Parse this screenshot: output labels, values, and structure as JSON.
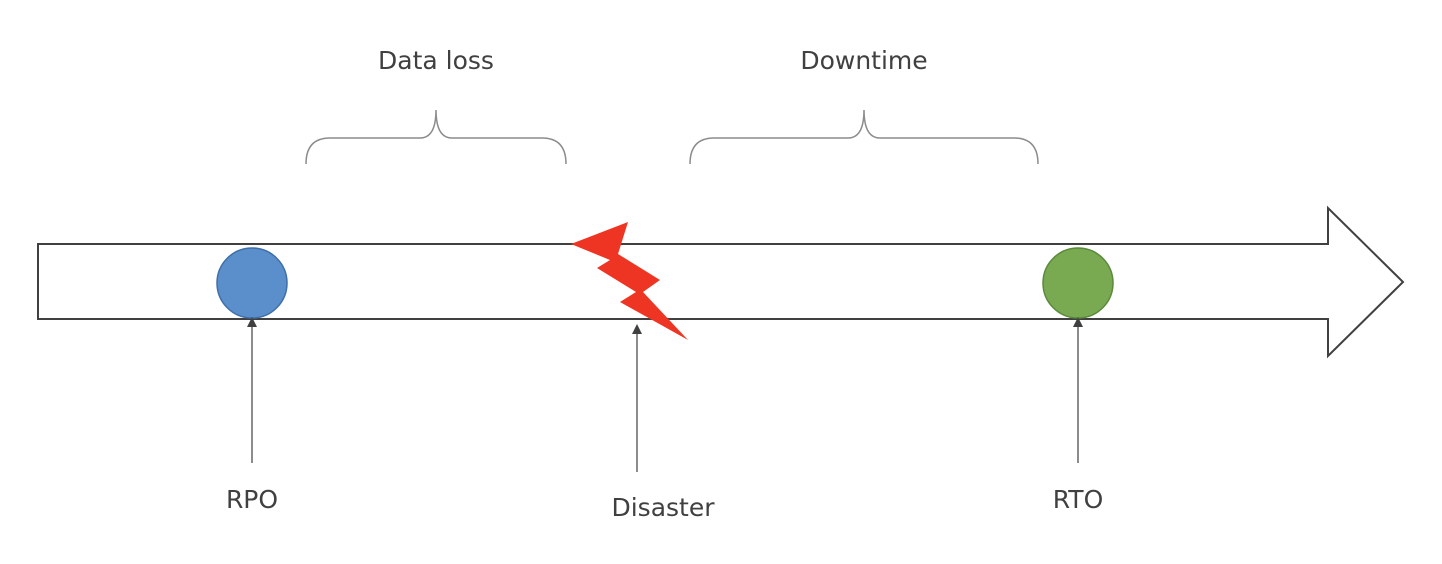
{
  "labels": {
    "data_loss": "Data loss",
    "downtime": "Downtime",
    "rpo": "RPO",
    "disaster": "Disaster",
    "rto": "RTO"
  },
  "colors": {
    "timeline_stroke": "#404040",
    "rpo_fill": "#5b8fcc",
    "rpo_stroke": "#3f6fa8",
    "rto_fill": "#79aa52",
    "rto_stroke": "#5a8a3a",
    "disaster_fill": "#ee3523",
    "bracket_stroke": "#8c8c8c",
    "pointer_stroke": "#404040",
    "text": "#404040"
  },
  "icons": {
    "disaster": "lightning-bolt-icon"
  }
}
